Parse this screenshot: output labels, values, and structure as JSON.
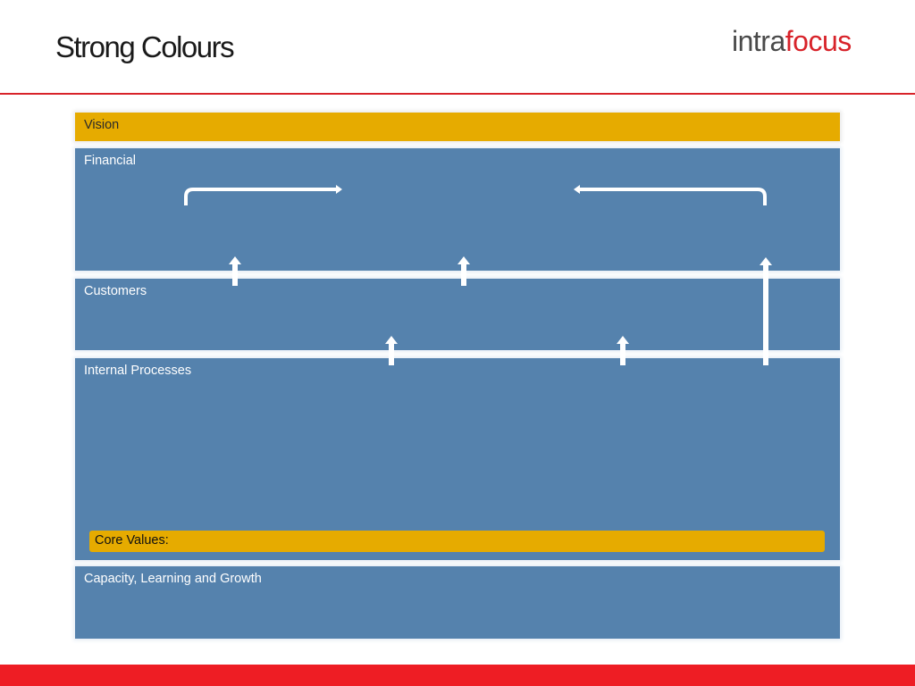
{
  "header": {
    "title": "Strong Colours",
    "logo_part1": "intra",
    "logo_part2": "focus"
  },
  "map": {
    "vision": "Vision",
    "financial": "Financial",
    "customers": "Customers",
    "internal": "Internal Processes",
    "core_values": "Core Values:",
    "capacity": "Capacity, Learning and Growth"
  },
  "colors": {
    "band_blue": "#5582ad",
    "band_gold": "#e6ab00",
    "accent_red": "#d8232a",
    "footer_red": "#ee1d24"
  }
}
